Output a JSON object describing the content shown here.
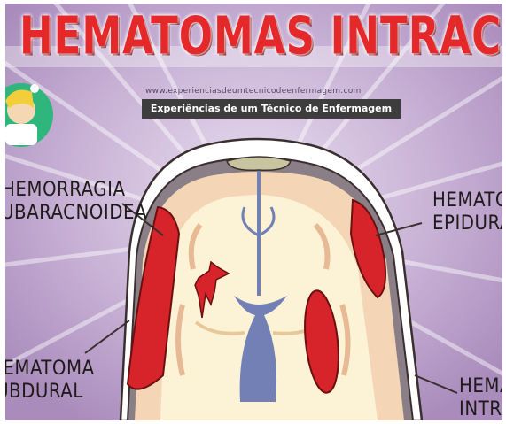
{
  "title": "HEMATOMAS INTRACRANEALES",
  "website": "www.experienciasdeumtecnicodeenfermagem.com",
  "banner_text": "Experiências de um Técnico de Enfermagem",
  "labels": {
    "subarachnoid": [
      "HEMORRAGIA",
      "SUBARACNOIDEA"
    ],
    "epidural": [
      "HEMATOMA",
      "EPIDURAL"
    ],
    "subdural": [
      "HEMATOMA",
      "SUBDURAL"
    ],
    "intracerebral": [
      "HEMATOMA",
      "INTRACEREBRAL"
    ]
  },
  "colors": {
    "title_red": "#e5282a",
    "background_purple": "#b59bc4",
    "blood_red": "#d7242b",
    "skull_white": "#ffffff",
    "brain_cream": "#fcf3d6",
    "gyri_peach": "#f4d6b6",
    "ventricle_blue": "#7280b5",
    "banner_dark": "#3d3d3d",
    "avatar_green": "#2eb67d"
  },
  "avatar_icon": "nurse-avatar-icon"
}
